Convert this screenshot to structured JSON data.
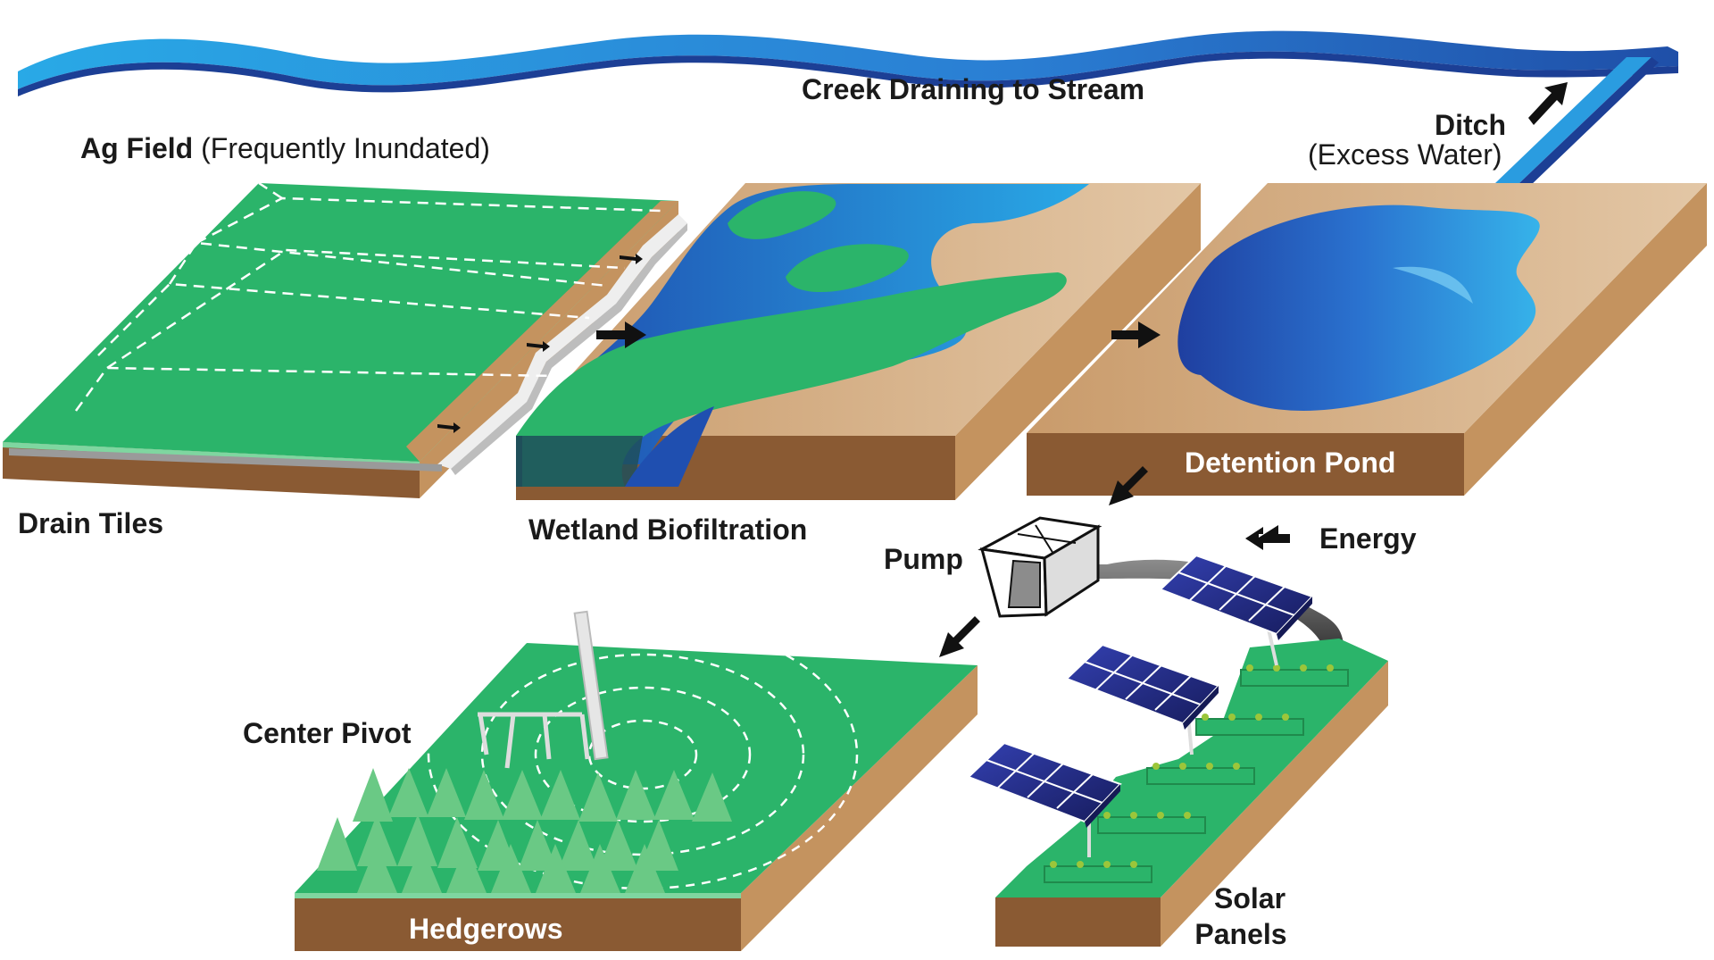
{
  "labels": {
    "creek": "Creek Draining to Stream",
    "ag_field_bold": "Ag Field",
    "ag_field_note": "(Frequently Inundated)",
    "ditch": "Ditch",
    "ditch_note": "(Excess Water)",
    "drain_tiles": "Drain Tiles",
    "wetland": "Wetland Biofiltration",
    "detention_pond": "Detention Pond",
    "pump": "Pump",
    "energy": "Energy",
    "center_pivot": "Center Pivot",
    "hedgerows": "Hedgerows",
    "solar_line1": "Solar",
    "solar_line2": "Panels"
  },
  "colors": {
    "water_light": "#29a9e6",
    "water_dark": "#1f4fa8",
    "grass": "#2bb46a",
    "grass_dark": "#1f8a4c",
    "soil_top": "#d9b58c",
    "soil_side": "#c4935f",
    "soil_front": "#8a5a33",
    "arrow": "#111111",
    "panel": "#2a2f8f"
  }
}
